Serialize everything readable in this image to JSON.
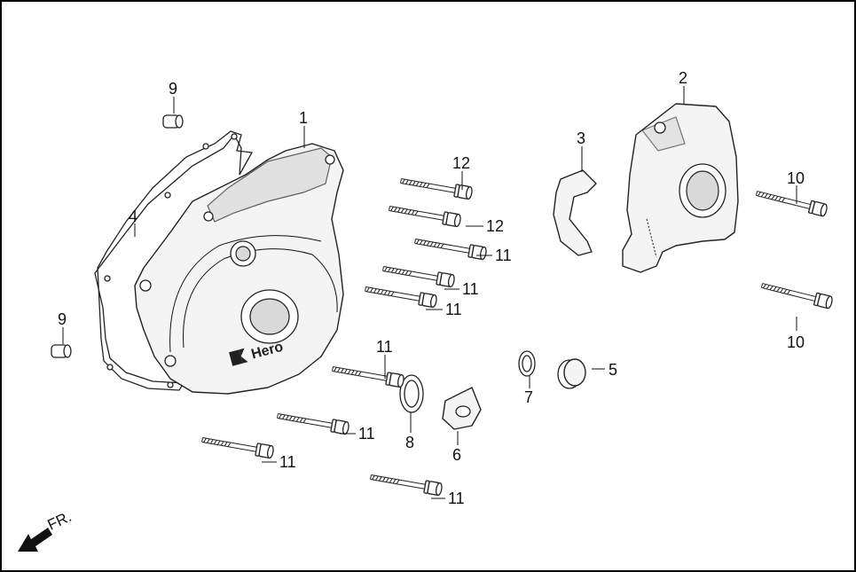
{
  "callouts": [
    {
      "n": "1"
    },
    {
      "n": "2"
    },
    {
      "n": "3"
    },
    {
      "n": "4"
    },
    {
      "n": "5"
    },
    {
      "n": "6"
    },
    {
      "n": "7"
    },
    {
      "n": "8"
    },
    {
      "n": "9"
    },
    {
      "n": "9"
    },
    {
      "n": "10"
    },
    {
      "n": "10"
    },
    {
      "n": "11"
    },
    {
      "n": "11"
    },
    {
      "n": "11"
    },
    {
      "n": "11"
    },
    {
      "n": "11"
    },
    {
      "n": "11"
    },
    {
      "n": "11"
    },
    {
      "n": "12"
    },
    {
      "n": "12"
    }
  ],
  "logo": {
    "brand": "Hero"
  },
  "direction": {
    "label": "FR."
  }
}
